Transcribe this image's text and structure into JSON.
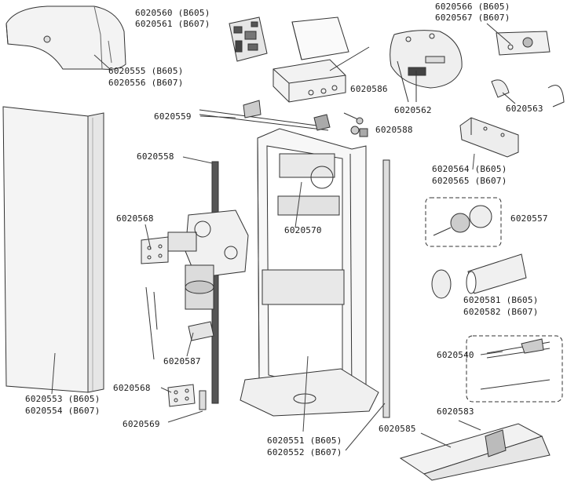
{
  "labels": {
    "p6020560": "6020560 (B605)",
    "p6020561": "6020561 (B607)",
    "p6020566": "6020566 (B605)",
    "p6020567": "6020567 (B607)",
    "p6020555": "6020555 (B605)",
    "p6020556": "6020556 (B607)",
    "p6020586": "6020586",
    "p6020562": "6020562",
    "p6020563": "6020563",
    "p6020559": "6020559",
    "p6020588": "6020588",
    "p6020558": "6020558",
    "p6020564": "6020564 (B605)",
    "p6020565": "6020565 (B607)",
    "p6020568a": "6020568",
    "p6020570": "6020570",
    "p6020557": "6020557",
    "p6020581": "6020581 (B605)",
    "p6020582": "6020582 (B607)",
    "p6020587": "6020587",
    "p6020540": "6020540",
    "p6020553": "6020553 (B605)",
    "p6020554": "6020554 (B607)",
    "p6020568b": "6020568",
    "p6020583": "6020583",
    "p6020569": "6020569",
    "p6020585": "6020585",
    "p6020551": "6020551 (B605)",
    "p6020552": "6020552 (B607)"
  },
  "colors": {
    "line": "#333333",
    "fill_light": "#f2f2f2",
    "fill_mid": "#d9d9d9",
    "fill_dark": "#8a8a8a"
  }
}
